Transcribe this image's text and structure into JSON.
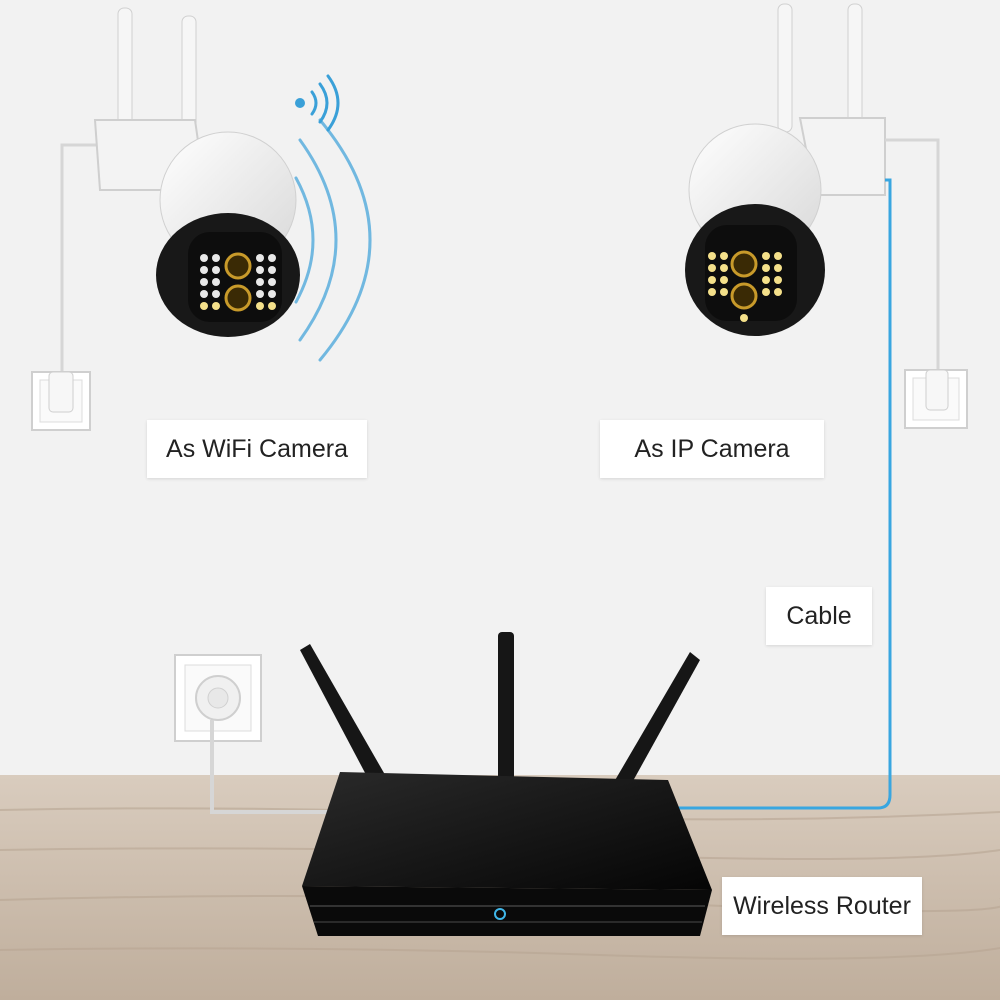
{
  "labels": {
    "wifi_camera": "As WiFi Camera",
    "ip_camera": "As IP Camera",
    "cable": "Cable",
    "router": "Wireless Router"
  },
  "colors": {
    "background": "#f1f1f1",
    "floor": "#cdbfb0",
    "wifi_signal": "#3aa0d8",
    "cable": "#39a6e0",
    "camera_body": "#f4f4f4",
    "camera_face": "#1a1a1a",
    "router": "#0e0e0e",
    "led": "#3fb6e8"
  },
  "icons": {
    "wifi_signal": "wifi-signal-icon",
    "power_outlet": "power-outlet-icon"
  }
}
